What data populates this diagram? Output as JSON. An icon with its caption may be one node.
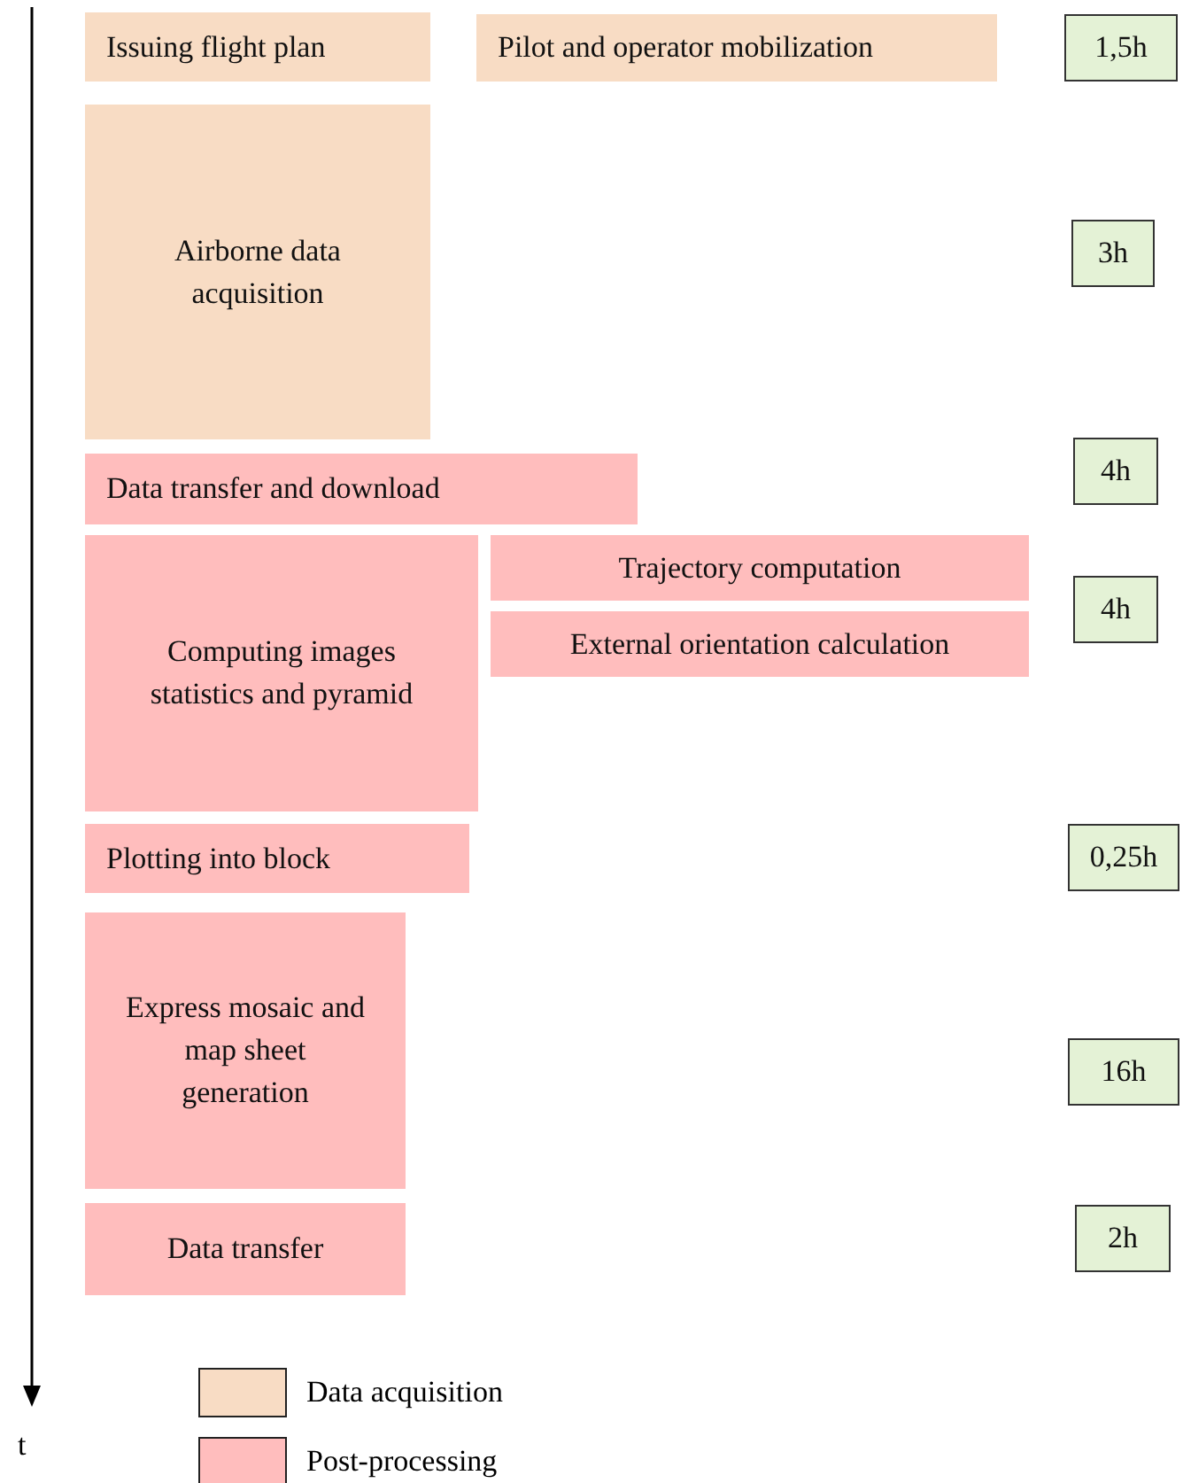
{
  "diagram": {
    "nodes": [
      {
        "text": [
          "Issuing flight plan"
        ]
      },
      {
        "text": [
          "Pilot and operator mobilization"
        ]
      },
      {
        "text": [
          "1,5h"
        ]
      },
      {
        "text": [
          "Airborne data acquisition"
        ]
      },
      {
        "text": [
          "3h"
        ]
      },
      {
        "text": [
          "Data transfer and download"
        ]
      },
      {
        "text": [
          "4h"
        ]
      },
      {
        "text": [
          "Computing images statistics and pyramid"
        ]
      },
      {
        "text": [
          "Trajectory computation"
        ]
      },
      {
        "text": [
          "External orientation calculation"
        ]
      },
      {
        "text": [
          "4h"
        ]
      },
      {
        "text": [
          "Plotting into block"
        ]
      },
      {
        "text": [
          "0,25h"
        ]
      },
      {
        "text": [
          "Express mosaic and map sheet generation"
        ]
      },
      {
        "text": [
          "16h"
        ]
      },
      {
        "text": [
          "Data transfer"
        ]
      },
      {
        "text": [
          "2h"
        ]
      }
    ],
    "labels": [
      "t"
    ],
    "legend": [
      {
        "text": "Data acquisition",
        "color": "#f8dcc4"
      },
      {
        "text": "Post-processing",
        "color": "#ffbdbd"
      }
    ]
  }
}
